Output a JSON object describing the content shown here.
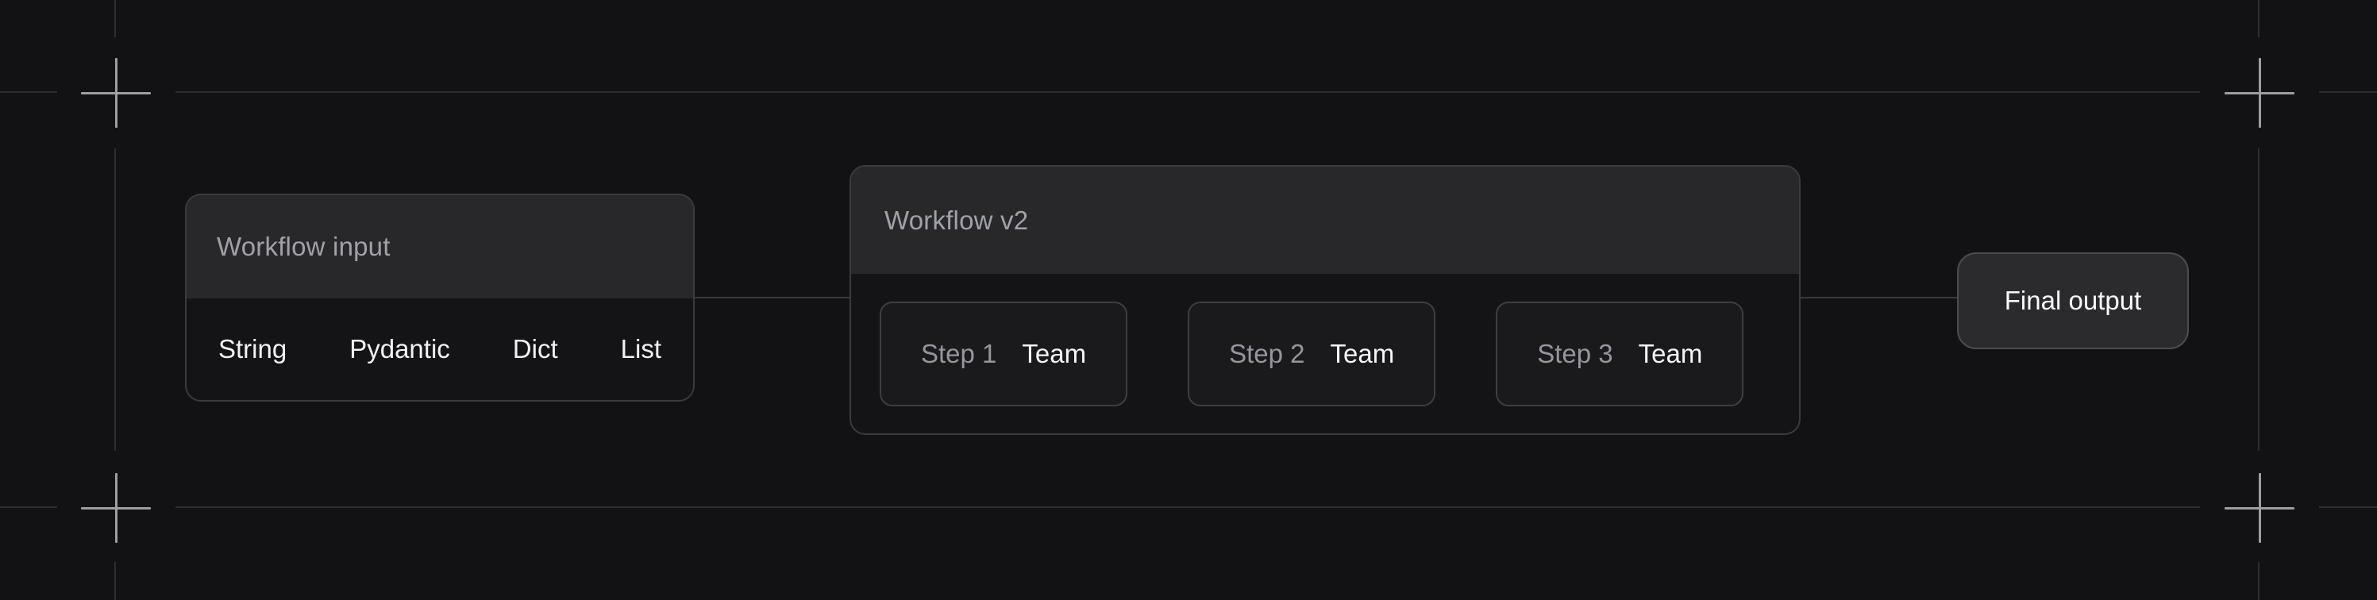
{
  "diagram": {
    "input_card": {
      "title": "Workflow input",
      "items": [
        "String",
        "Pydantic",
        "Dict",
        "List"
      ]
    },
    "workflow_card": {
      "title": "Workflow v2",
      "steps": [
        {
          "label": "Step 1",
          "value": "Team"
        },
        {
          "label": "Step 2",
          "value": "Team"
        },
        {
          "label": "Step 3",
          "value": "Team"
        }
      ]
    },
    "output_card": {
      "label": "Final output"
    }
  },
  "colors": {
    "background": "#121214",
    "guide_line": "#2e2e31",
    "crosshair": "#9e9ea2",
    "card_border": "#3b3b3f",
    "card_header_fill": "#28282b",
    "card_body_fill": "#141416",
    "step_fill": "#1a1a1d",
    "step_border": "#3e3e42",
    "output_fill": "#2b2b2e",
    "output_border": "#4c4c50",
    "title_text": "#a1a2a8",
    "muted_text": "#96969c",
    "bright_text": "#f4f4f5",
    "connector": "#3a3a3d"
  }
}
